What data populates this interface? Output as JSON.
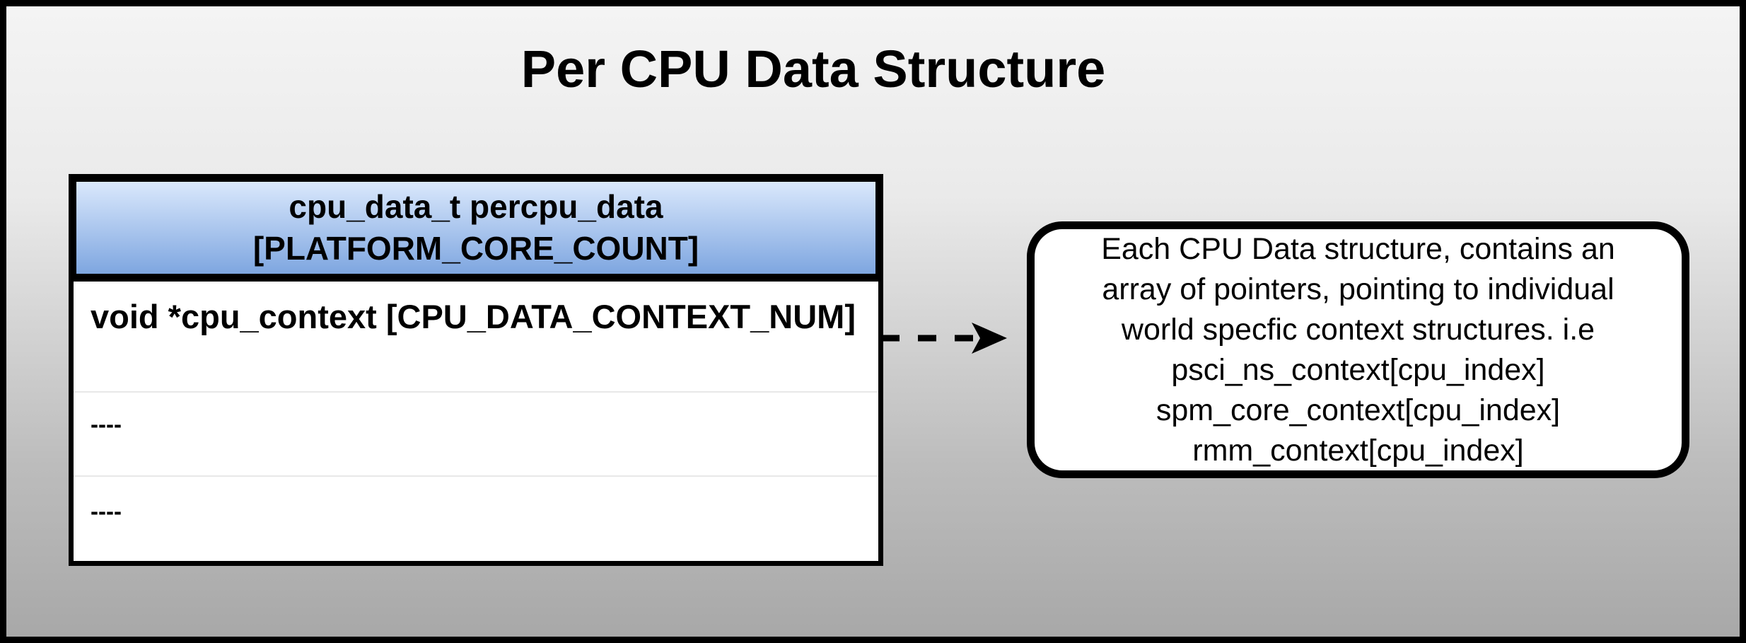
{
  "title": "Per CPU Data Structure",
  "struct_table": {
    "header": {
      "line1": "cpu_data_t percpu_data",
      "line2": "[PLATFORM_CORE_COUNT]"
    },
    "rows": [
      {
        "label": "void *cpu_context [CPU_DATA_CONTEXT_NUM]"
      },
      {
        "label": "----"
      },
      {
        "label": "----"
      }
    ]
  },
  "callout": {
    "lines": [
      "Each CPU Data structure, contains an",
      "array of pointers, pointing to individual",
      "world specfic context structures. i.e",
      "psci_ns_context[cpu_index]",
      "spm_core_context[cpu_index]",
      "rmm_context[cpu_index]"
    ]
  },
  "connector": {
    "style": "dashed",
    "direction": "right"
  },
  "colors": {
    "border": "#000000",
    "header_gradient_top": "#dae8fc",
    "header_gradient_bottom": "#7ea6e0",
    "background_top": "#f4f4f4",
    "background_bottom": "#a8a8a8"
  }
}
